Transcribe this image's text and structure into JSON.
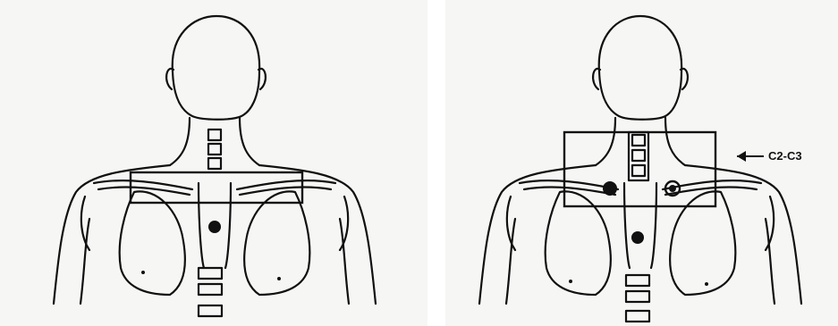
{
  "figure": {
    "panels": [
      {
        "id": "left",
        "label": ""
      },
      {
        "id": "right",
        "label": ""
      }
    ],
    "annotation": {
      "text": "C2-C3"
    },
    "colors": {
      "ink": "#111111",
      "paper": "#f6f6f4"
    }
  }
}
